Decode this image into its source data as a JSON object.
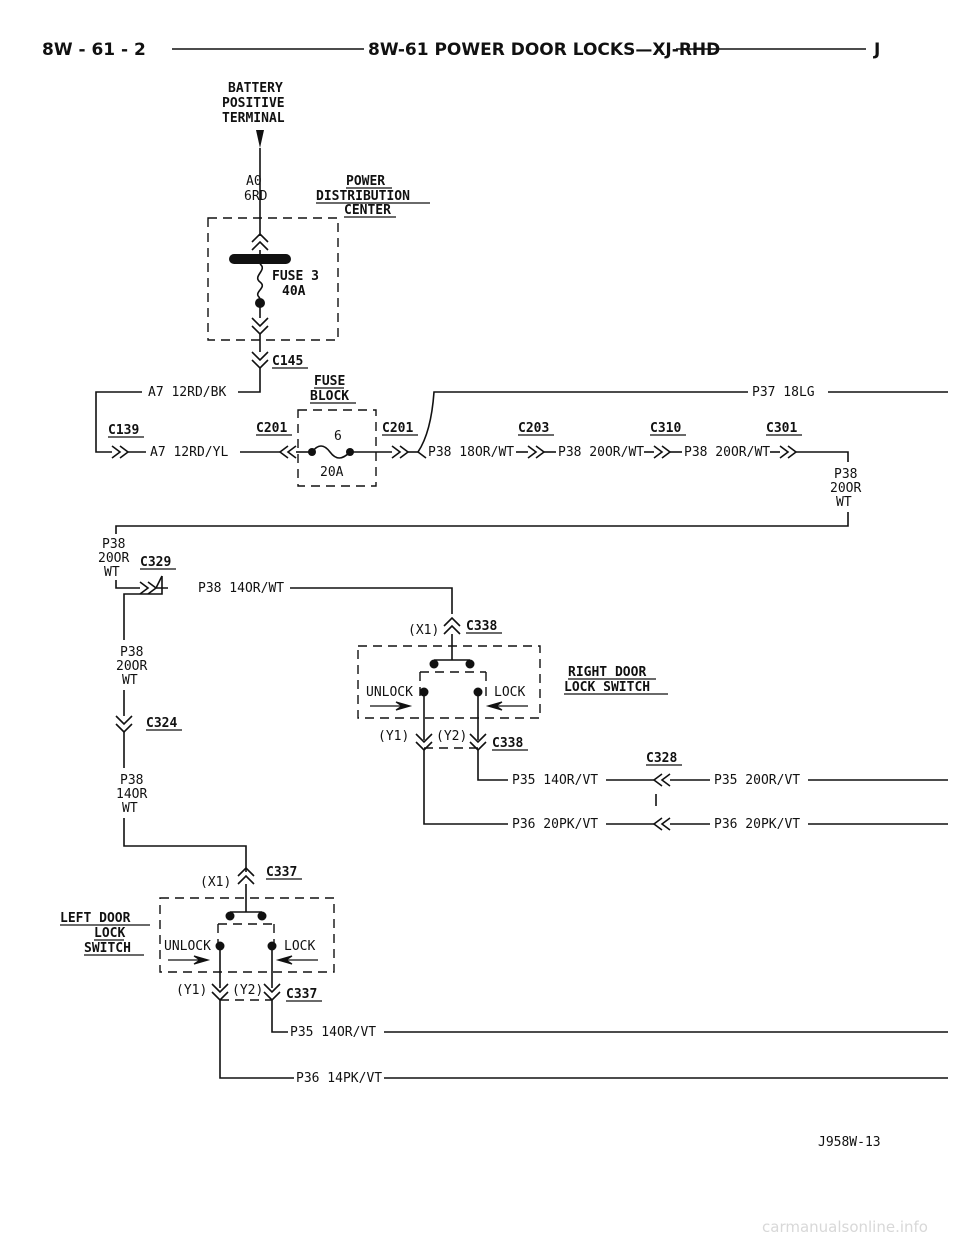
{
  "header": {
    "left": "8W - 61 - 2",
    "title": "8W-61 POWER DOOR LOCKS—XJ-RHD",
    "right": "J"
  },
  "battery": {
    "line1": "BATTERY",
    "line2": "POSITIVE",
    "line3": "TERMINAL"
  },
  "pdc": {
    "wire_code": "A0",
    "wire_color": "6RD",
    "title1": "POWER",
    "title2": "DISTRIBUTION",
    "title3": "CENTER",
    "fuse_name": "FUSE 3",
    "fuse_rating": "40A"
  },
  "connectors": {
    "c145": "C145",
    "c139": "C139",
    "c201_left": "C201",
    "c201_right": "C201",
    "c203": "C203",
    "c310": "C310",
    "c301": "C301",
    "c329": "C329",
    "c338_top": "C338",
    "c338_bottom": "C338",
    "c324": "C324",
    "c328": "C328",
    "c337_top": "C337",
    "c337_bottom": "C337"
  },
  "fuse_block": {
    "title1": "FUSE",
    "title2": "BLOCK",
    "fuse_number": "6",
    "fuse_rating": "20A"
  },
  "wires": {
    "a7_rdbk": "A7 12RD/BK",
    "a7_rdyl": "A7 12RD/YL",
    "p37": "P37 18LG",
    "p38_orwt_18": "P38 18OR/WT",
    "p38_orwt_20a": "P38 20OR/WT",
    "p38_orwt_20b": "P38 20OR/WT",
    "p38_right_1": "P38",
    "p38_right_2": "20OR",
    "p38_right_3": "WT",
    "p38_left_1": "P38",
    "p38_left_2": "20OR",
    "p38_left_3": "WT",
    "p38_14": "P38 14OR/WT",
    "p38_mid_1": "P38",
    "p38_mid_2": "20OR",
    "p38_mid_3": "WT",
    "p38_low_1": "P38",
    "p38_low_2": "14OR",
    "p38_low_3": "WT",
    "p35_14_a": "P35 14OR/VT",
    "p35_20": "P35 20OR/VT",
    "p36_20_a": "P36 20PK/VT",
    "p36_20_b": "P36 20PK/VT",
    "p35_14_b": "P35 14OR/VT",
    "p36_14": "P36 14PK/VT"
  },
  "right_switch": {
    "x1": "(X1)",
    "y1": "(Y1)",
    "y2": "(Y2)",
    "unlock": "UNLOCK",
    "lock": "LOCK",
    "title1": "RIGHT DOOR",
    "title2": "LOCK SWITCH"
  },
  "left_switch": {
    "x1": "(X1)",
    "y1": "(Y1)",
    "y2": "(Y2)",
    "unlock": "UNLOCK",
    "lock": "LOCK",
    "title1": "LEFT DOOR",
    "title2": "LOCK",
    "title3": "SWITCH"
  },
  "figure_id": "J958W-13",
  "watermark": "carmanualsonline.info"
}
